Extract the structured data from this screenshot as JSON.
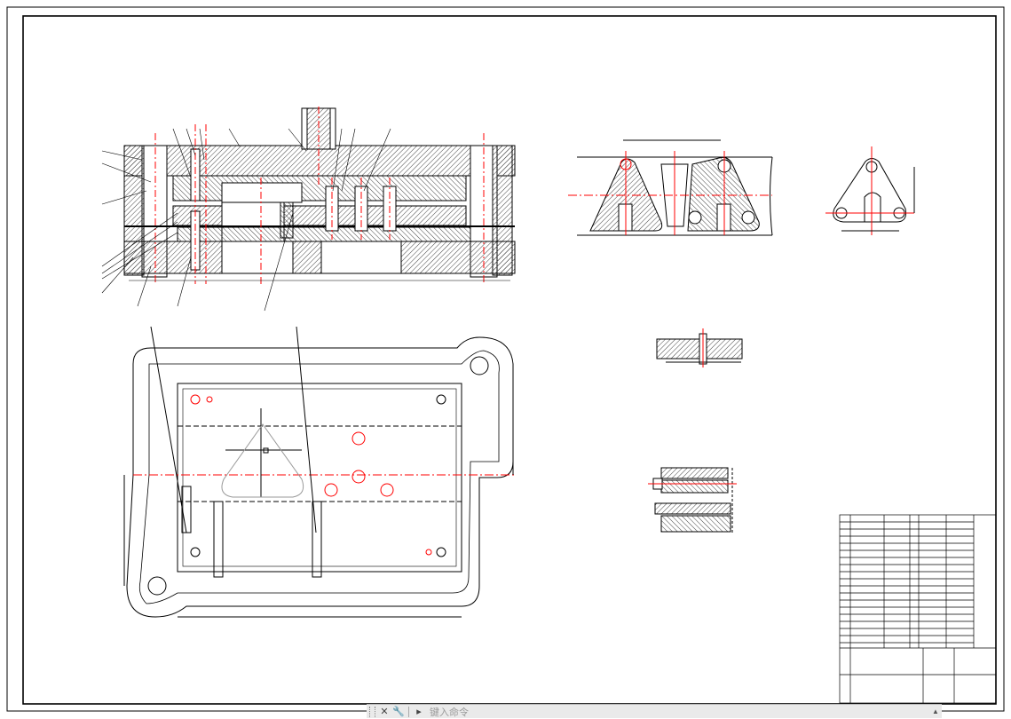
{
  "app": {
    "title": "",
    "command_prompt": "键入命令",
    "icons": [
      "close-icon",
      "wrench-icon",
      "command-history-icon",
      "chevron-up-icon"
    ]
  },
  "drawing": {
    "section_title": "",
    "views": [
      {
        "name": "strip-layout"
      },
      {
        "name": "part-drawing"
      },
      {
        "name": "detail-a"
      },
      {
        "name": "detail-b"
      }
    ],
    "colors": {
      "line": "#000000",
      "centerline": "#ff0000",
      "hatch": "#555555",
      "background": "#ffffff"
    }
  },
  "cmd": {
    "close": "✕",
    "options": "🔧",
    "history": "▸",
    "arrow_up": "▲"
  }
}
